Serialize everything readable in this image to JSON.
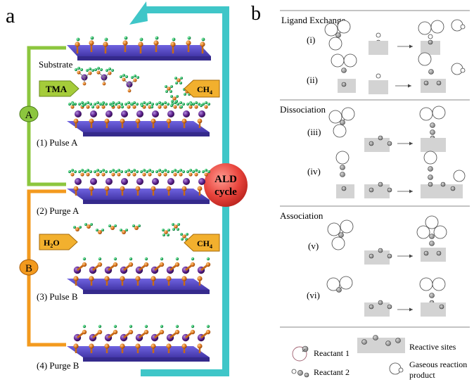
{
  "panel_a": {
    "letter": "a",
    "substrate_label": "Substrate",
    "step1_label": "(1) Pulse A",
    "step2_label": "(2) Purge A",
    "step3_label": "(3) Pulse B",
    "step4_label": "(4) Purge B",
    "half_a_label": "A",
    "half_b_label": "B",
    "tma_label": "TMA",
    "h2o_label_main": "H",
    "h2o_label_sub": "2",
    "h2o_label_tail": "O",
    "ch4_label_main": "CH",
    "ch4_label_sub": "4",
    "cycle_line1": "ALD",
    "cycle_line2": "cycle",
    "colors": {
      "cycle_arrow": "#3fc6c8",
      "half_a_line": "#8cc63e",
      "half_b_line": "#f39a1e",
      "substrate": "#5b4fc4",
      "cycle_badge": "#e8443c",
      "tma_arrow": "#a5cc3a",
      "ch4_arrow": "#f2b02e",
      "h2o_arrow": "#f2b02e"
    }
  },
  "panel_b": {
    "letter": "b",
    "section1_title": "Ligand  Exchange",
    "section2_title": "Dissociation",
    "section3_title": "Association",
    "rows": [
      "(i)",
      "(ii)",
      "(iii)",
      "(iv)",
      "(v)",
      "(vi)"
    ],
    "legend": {
      "reactant1": "Reactant 1",
      "reactant2": "Reactant 2",
      "reactive_sites": "Reactive sites",
      "gaseous_line1": "Gaseous reaction",
      "gaseous_line2": "product"
    }
  }
}
